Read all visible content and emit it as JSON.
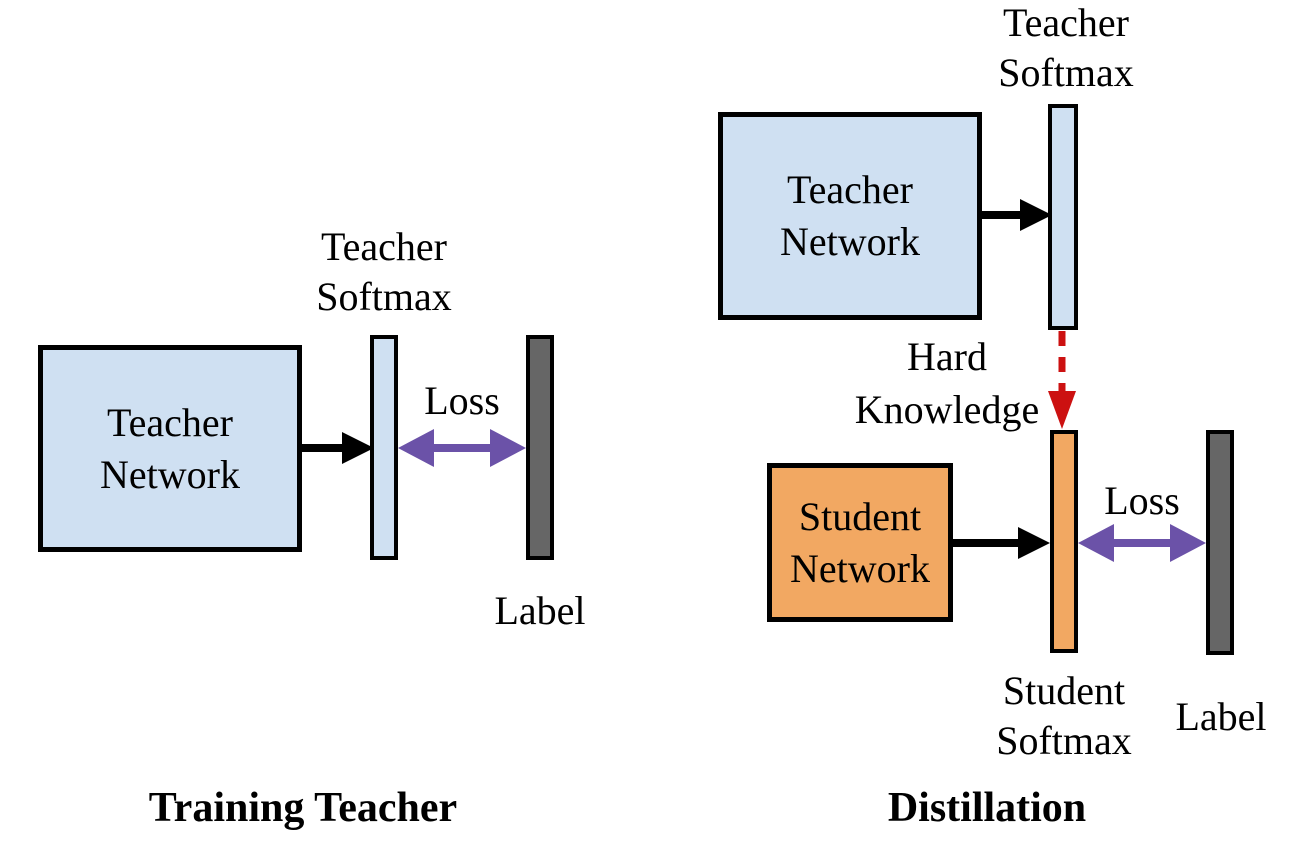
{
  "colors": {
    "background": "#ffffff",
    "text": "#000000",
    "border": "#000000",
    "node_blue": "#cfe0f2",
    "node_orange": "#f2a862",
    "bar_gray": "#666666",
    "arrow_black": "#000000",
    "arrow_purple": "#6b52a8",
    "arrow_red": "#cc1111"
  },
  "left_diagram": {
    "caption": "Training Teacher",
    "teacher_softmax_label": {
      "line1": "Teacher",
      "line2": "Softmax"
    },
    "teacher_network_box": {
      "line1": "Teacher",
      "line2": "Network"
    },
    "loss_label": "Loss",
    "label_text": "Label"
  },
  "right_diagram": {
    "caption": "Distillation",
    "teacher_softmax_label": {
      "line1": "Teacher",
      "line2": "Softmax"
    },
    "teacher_network_box": {
      "line1": "Teacher",
      "line2": "Network"
    },
    "hard_knowledge_label": {
      "line1": "Hard",
      "line2": "Knowledge"
    },
    "student_network_box": {
      "line1": "Student",
      "line2": "Network"
    },
    "student_softmax_label": {
      "line1": "Student",
      "line2": "Softmax"
    },
    "loss_label": "Loss",
    "label_text": "Label"
  }
}
